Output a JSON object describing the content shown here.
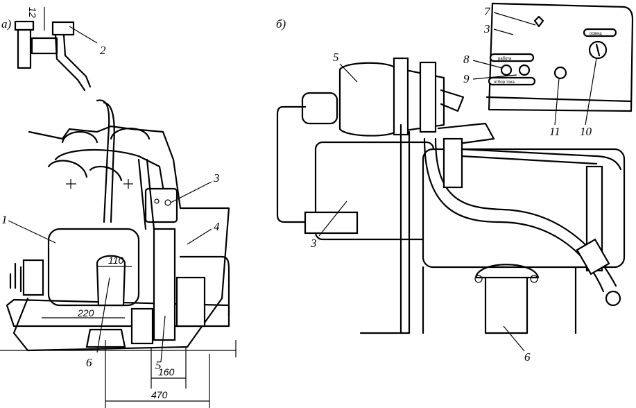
{
  "figure_a": {
    "panel_label": "а)",
    "callouts": [
      "1",
      "2",
      "3",
      "4",
      "5",
      "6"
    ],
    "dimensions": {
      "top": "12",
      "d110": "110",
      "d220": "220",
      "d160": "160",
      "d470": "470"
    }
  },
  "figure_b": {
    "panel_label": "б)",
    "callouts": {
      "c5": "5",
      "c7": "7",
      "c3_panel": "3",
      "c8": "8",
      "c9": "9",
      "c11": "11",
      "c10": "10",
      "c3_heater": "3",
      "c6": "6"
    },
    "plates": {
      "work": "работа",
      "power": "отбор тока",
      "light": "освещ"
    }
  }
}
